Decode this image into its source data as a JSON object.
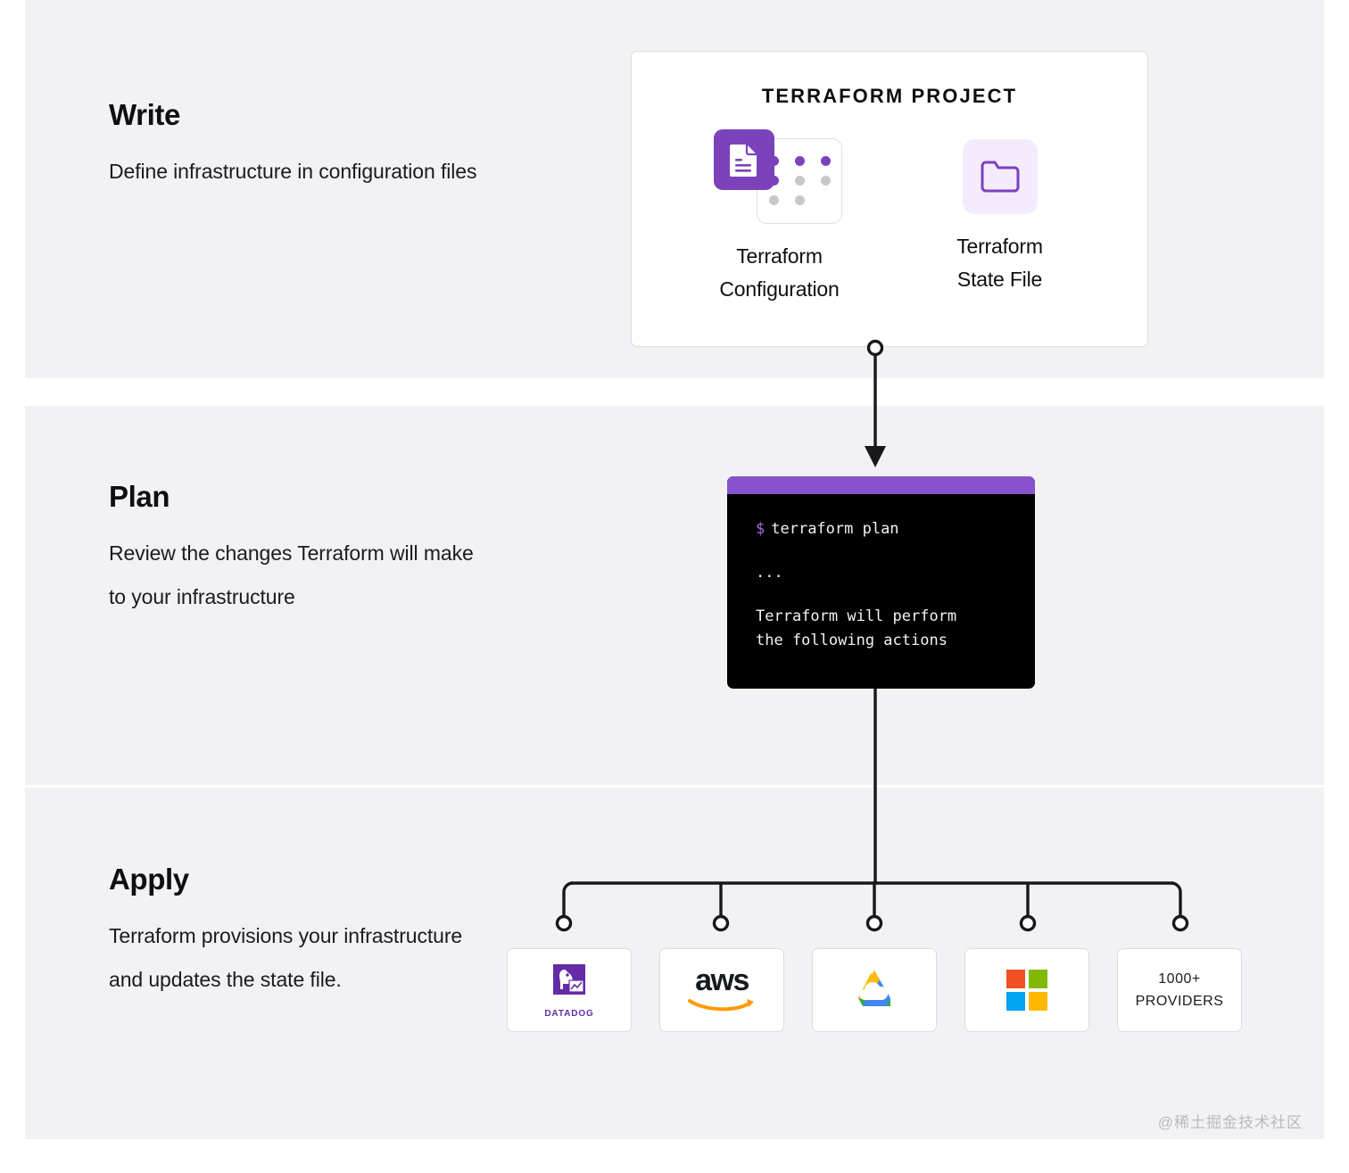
{
  "steps": [
    {
      "title": "Write",
      "desc": "Define infrastructure in configuration files"
    },
    {
      "title": "Plan",
      "desc": "Review the changes Terraform will make to your infrastructure"
    },
    {
      "title": "Apply",
      "desc": "Terraform provisions your infrastructure and updates the state file."
    }
  ],
  "project": {
    "heading": "TERRAFORM PROJECT",
    "assets": [
      {
        "label_line1": "Terraform",
        "label_line2": "Configuration",
        "icon": "document-grid-icon"
      },
      {
        "label_line1": "Terraform",
        "label_line2": "State File",
        "icon": "folder-icon"
      }
    ]
  },
  "terminal": {
    "prompt": "$",
    "command": "terraform plan",
    "ellipsis": "...",
    "output_line1": "Terraform will perform",
    "output_line2": "the following actions"
  },
  "providers": [
    {
      "name": "Datadog",
      "wordmark": "DATADOG",
      "icon": "datadog-logo"
    },
    {
      "name": "AWS",
      "wordmark": "aws",
      "icon": "aws-logo"
    },
    {
      "name": "Google Cloud",
      "wordmark": "",
      "icon": "google-cloud-logo"
    },
    {
      "name": "Microsoft Azure",
      "wordmark": "",
      "icon": "microsoft-logo"
    },
    {
      "name": "More providers",
      "line1": "1000+",
      "line2": "PROVIDERS",
      "icon": "text-card"
    }
  ],
  "watermark": "@稀土掘金技术社区",
  "colors": {
    "brand_purple": "#7b42bc",
    "terminal_bar": "#8852cd",
    "terminal_bg": "#000000",
    "band_bg": "#f2f2f4",
    "card_border": "#dcdce0",
    "state_tile_bg": "#f4ecfd",
    "dot_inactive": "#c8c8cc",
    "datadog_purple": "#632ca6",
    "aws_orange": "#ff9900",
    "google_red": "#ea4335",
    "google_blue": "#4285f4",
    "google_yellow": "#fbbc05",
    "google_green": "#34a853",
    "ms_red": "#f25022",
    "ms_green": "#7fba00",
    "ms_blue": "#00a4ef",
    "ms_yellow": "#ffb900"
  }
}
